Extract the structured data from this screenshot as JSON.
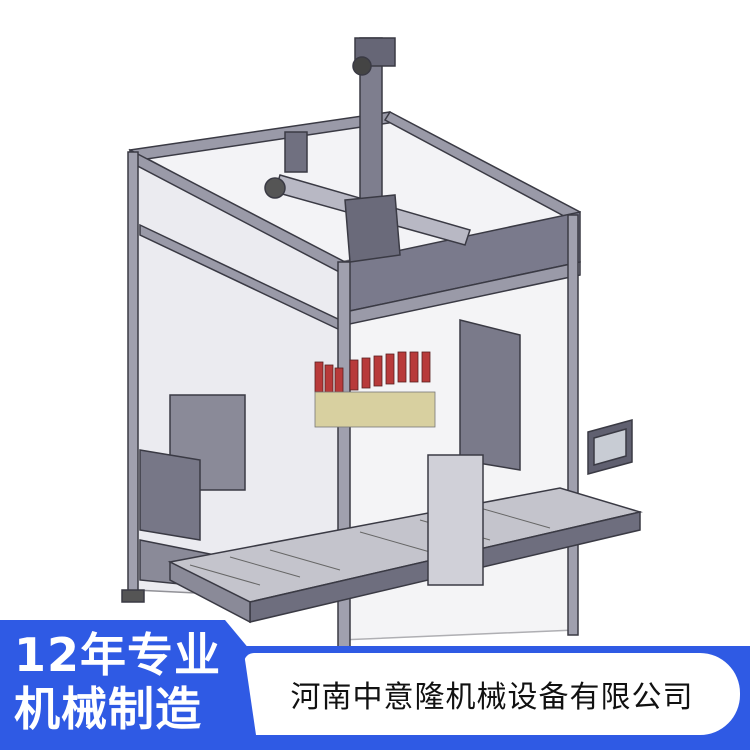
{
  "banner": {
    "slogan_line1": "12年专业",
    "slogan_line2": "机械制造",
    "company_name": "河南中意隆机械设备有限公司"
  },
  "colors": {
    "banner_blue": "#2f5ae4",
    "frame_gray": "#8a8a9a",
    "panel_gray": "#6e6e80",
    "bottle_red": "#b83a3a"
  }
}
